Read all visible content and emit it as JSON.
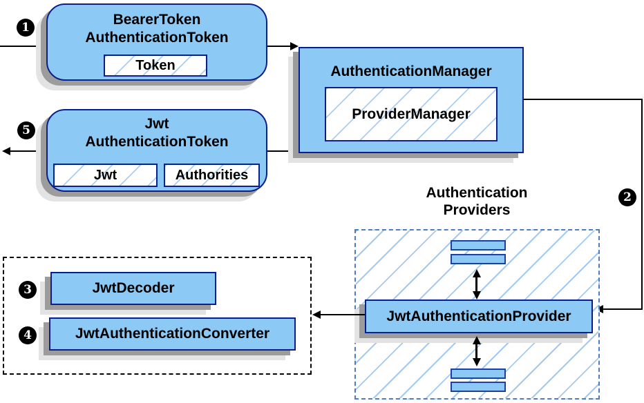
{
  "diagram": {
    "steps": {
      "one": "1",
      "two": "2",
      "three": "3",
      "four": "4",
      "five": "5"
    },
    "nodes": {
      "bearer_token": {
        "title_lines": [
          "BearerToken",
          "AuthenticationToken"
        ],
        "fields": [
          "Token"
        ]
      },
      "authentication_manager": {
        "title": "AuthenticationManager",
        "fields": [
          "ProviderManager"
        ]
      },
      "jwt_authentication_token": {
        "title_lines": [
          "Jwt",
          "AuthenticationToken"
        ],
        "fields": [
          "Jwt",
          "Authorities"
        ]
      },
      "authentication_providers": {
        "title_lines": [
          "Authentication",
          "Providers"
        ]
      },
      "jwt_authentication_provider": {
        "title": "JwtAuthenticationProvider"
      },
      "jwt_decoder": {
        "title": "JwtDecoder"
      },
      "jwt_authentication_converter": {
        "title": "JwtAuthenticationConverter"
      }
    },
    "colors": {
      "node_fill": "#8dc9f5",
      "node_border": "#0a1e8c",
      "hatch_line": "#aacdf0",
      "container_dash_border": "#4f7bc0",
      "black_dash_border": "#000000",
      "shadow_dark": "#9c9c9c",
      "shadow_light": "#e3e3e3",
      "connector": "#000000",
      "badge_bg": "#000000",
      "badge_text": "#ffffff"
    }
  }
}
